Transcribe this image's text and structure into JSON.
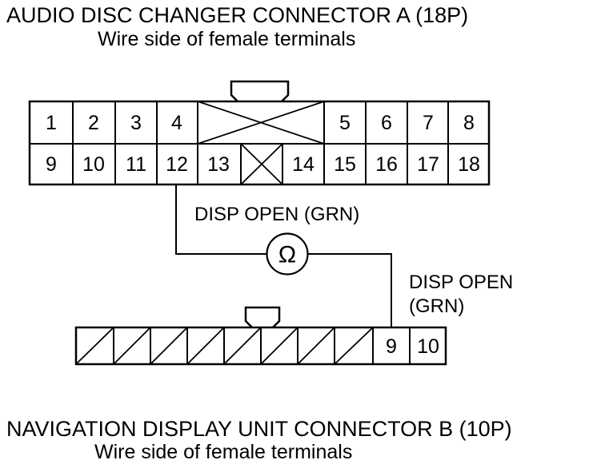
{
  "connector_a": {
    "title": "AUDIO DISC CHANGER CONNECTOR A (18P)",
    "subtitle": "Wire side of female terminals",
    "top_row": [
      "1",
      "2",
      "3",
      "4",
      "",
      "5",
      "6",
      "7",
      "8"
    ],
    "bottom_row": [
      "9",
      "10",
      "11",
      "12",
      "13",
      "",
      "14",
      "15",
      "16",
      "17",
      "18"
    ]
  },
  "wire_label_a": "DISP OPEN (GRN)",
  "ohmmeter_symbol": "Ω",
  "wire_label_b": {
    "line1": "DISP OPEN",
    "line2": "(GRN)"
  },
  "connector_b": {
    "title": "NAVIGATION DISPLAY UNIT CONNECTOR B (10P)",
    "subtitle": "Wire side of female terminals",
    "pins": [
      "9",
      "10"
    ]
  }
}
